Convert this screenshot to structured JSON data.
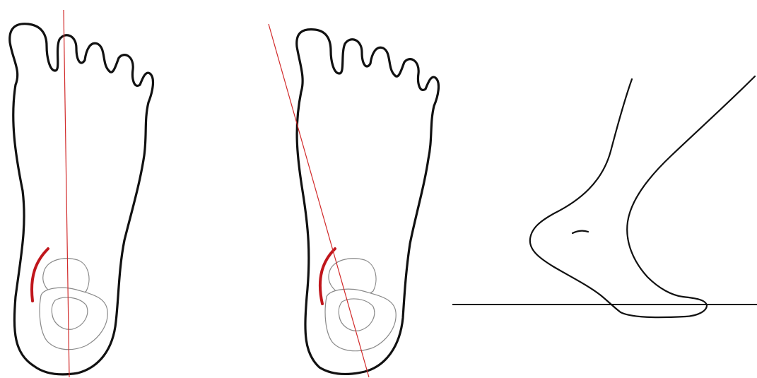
{
  "figure": {
    "panels": [
      {
        "id": "neutral-foot-plantar-view"
      },
      {
        "id": "tilted-foot-plantar-view"
      },
      {
        "id": "foot-side-view-tiptoe"
      }
    ]
  },
  "colors": {
    "background": "#ffffff",
    "outline": "#111111",
    "bone_outline": "#8a8a8a",
    "axis_line": "#d12a2a",
    "curve_mark": "#c0161c"
  }
}
